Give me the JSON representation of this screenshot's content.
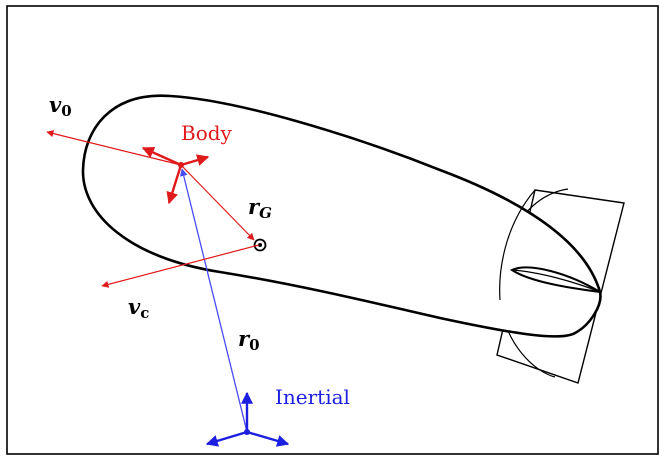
{
  "diagram": {
    "labels": {
      "body": "Body",
      "inertial": "Inertial",
      "v0": {
        "main": "v",
        "sub": "0"
      },
      "vc": {
        "main": "v",
        "sub": "c"
      },
      "rG": {
        "main": "r",
        "sub": "G"
      },
      "r0": {
        "main": "r",
        "sub": "0"
      }
    },
    "colors": {
      "body_frame": "#e0191b",
      "inertial_frame": "#1d1fe0",
      "inertial_line": "#4a4cf0",
      "hull": "#000000",
      "background": "#ffffff"
    }
  }
}
